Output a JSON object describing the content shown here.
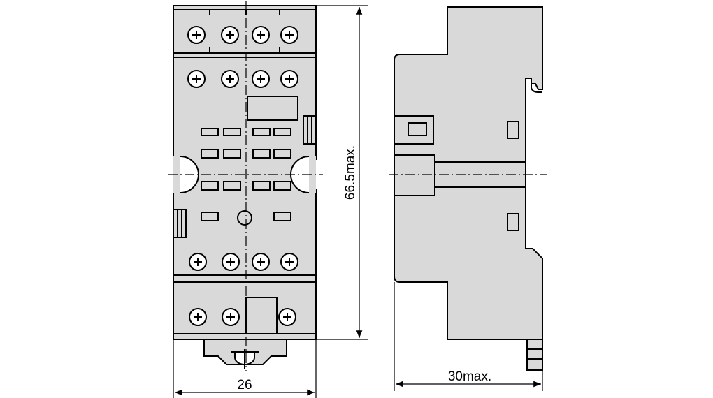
{
  "dimensions": {
    "height_label": "66.5max.",
    "width_front_label": "26",
    "width_side_label": "30max."
  },
  "colors": {
    "body": "#d9d9d9",
    "line": "#000000",
    "background": "#ffffff"
  },
  "icons": {
    "terminal": "screw-terminal-icon",
    "clip": "release-clip-icon"
  }
}
